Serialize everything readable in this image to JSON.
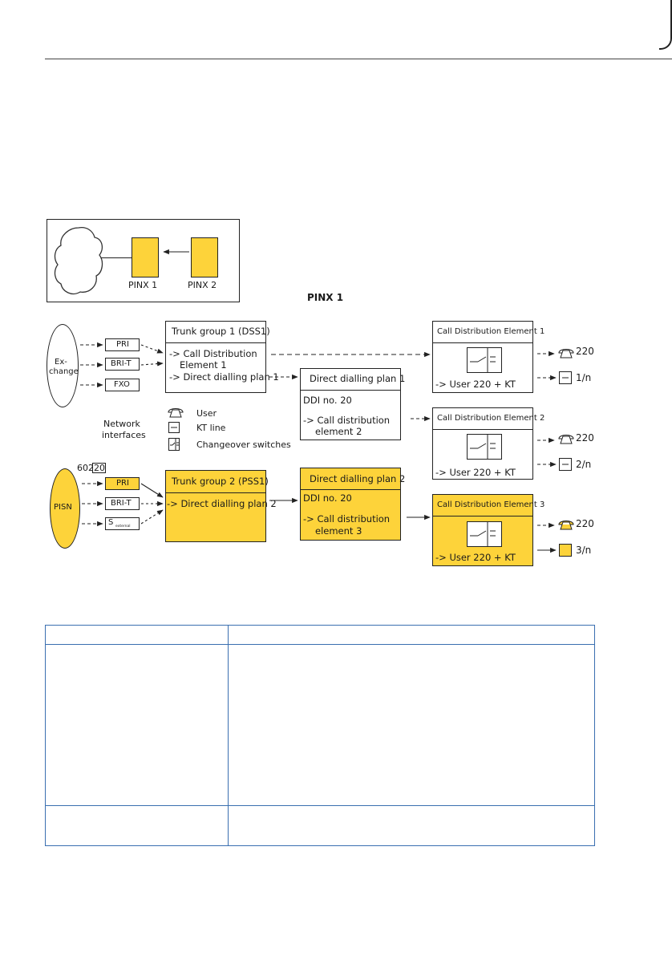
{
  "figure": {
    "pinx_title": "PINX 1",
    "overview": {
      "pinx1": "PINX 1",
      "pinx2": "PINX 2"
    },
    "exchange": {
      "label_line1": "Ex-",
      "label_line2": "change"
    },
    "pisn": {
      "label": "PISN",
      "number_prefix": "602",
      "number_boxed": "20"
    },
    "interfaces_top": [
      "PRI",
      "BRI-T",
      "FXO"
    ],
    "interfaces_bottom": [
      "PRI",
      "BRI-T",
      "S"
    ],
    "interface_s_subscript": "external",
    "network_interfaces_label": [
      "Network",
      "interfaces"
    ],
    "legend": {
      "user": "User",
      "kt_line": "KT line",
      "changeover": "Changeover switches"
    },
    "trunk_group_1": {
      "title": "Trunk group 1 (DSS1)",
      "line1": "-> Call Distribution",
      "line2": "Element 1",
      "line3": "-> Direct dialling plan 1"
    },
    "trunk_group_2": {
      "title": "Trunk group 2 (PSS1)",
      "line1": "-> Direct dialling plan 2"
    },
    "ddp1": {
      "title": "Direct dialling plan 1",
      "line1": "DDI no. 20",
      "line2": "-> Call distribution",
      "line3": "element 2"
    },
    "ddp2": {
      "title": "Direct dialling plan 2",
      "line1": "DDI no. 20",
      "line2": "-> Call distribution",
      "line3": "element 3"
    },
    "cde1": {
      "title": "Call Distribution Element 1",
      "target": "-> User 220 + KT",
      "user_num": "220",
      "kt": "1/n"
    },
    "cde2": {
      "title": "Call Distribution Element 2",
      "target": "-> User 220 + KT",
      "user_num": "220",
      "kt": "2/n"
    },
    "cde3": {
      "title": "Call Distribution Element 3",
      "target": "-> User 220 + KT",
      "user_num": "220",
      "kt": "3/n"
    }
  },
  "colors": {
    "accent": "#fdd33a",
    "table_border": "#3a6fb0",
    "line": "#222222"
  }
}
